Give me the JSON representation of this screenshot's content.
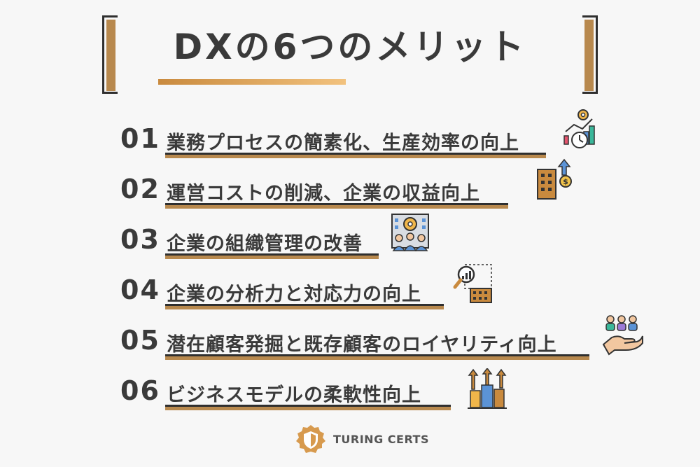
{
  "title": "DXの6つのメリット",
  "items": [
    {
      "num": "01",
      "label": "業務プロセスの簡素化、生産効率の向上",
      "icon": "gear-clock-chart-icon"
    },
    {
      "num": "02",
      "label": "運営コストの削減、企業の収益向上",
      "icon": "building-dollar-arrow-icon"
    },
    {
      "num": "03",
      "label": "企業の組織管理の改善",
      "icon": "office-team-gear-icon"
    },
    {
      "num": "04",
      "label": "企業の分析力と対応力の向上",
      "icon": "magnifier-analytics-building-icon"
    },
    {
      "num": "05",
      "label": "潜在顧客発掘と既存顧客のロイヤリティ向上",
      "icon": "hand-holding-people-icon"
    },
    {
      "num": "06",
      "label": "ビジネスモデルの柔軟性向上",
      "icon": "city-growth-arrows-icon"
    }
  ],
  "brand": {
    "name": "TURING CERTS"
  },
  "colors": {
    "accent": "#b8894e",
    "dark": "#2f2f2f",
    "text": "#3a3a3a",
    "background": "#f7f7f7"
  }
}
